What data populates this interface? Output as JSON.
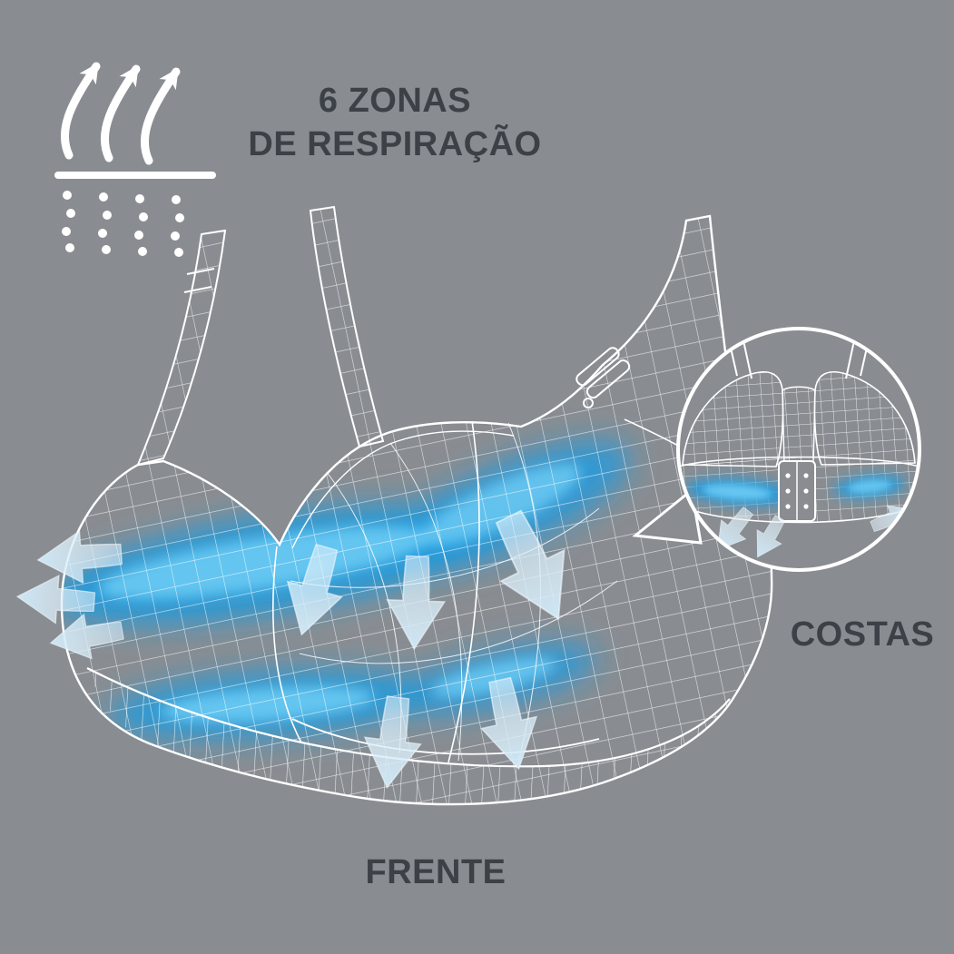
{
  "title": {
    "line1": "6 ZONAS",
    "line2": "DE RESPIRAÇÃO"
  },
  "labels": {
    "back": "COSTAS",
    "front": "FRENTE"
  },
  "icons": {
    "breathability": "breathability-icon (three rising airflow arrows above a surface with evaporation dots)"
  },
  "colors": {
    "background": "#898d92",
    "text": "#3c4147",
    "wireframe": "#ffffff",
    "zone": "#1f9bdf",
    "zone_core": "#6fccf4",
    "arrow": "#d6ecf8"
  }
}
